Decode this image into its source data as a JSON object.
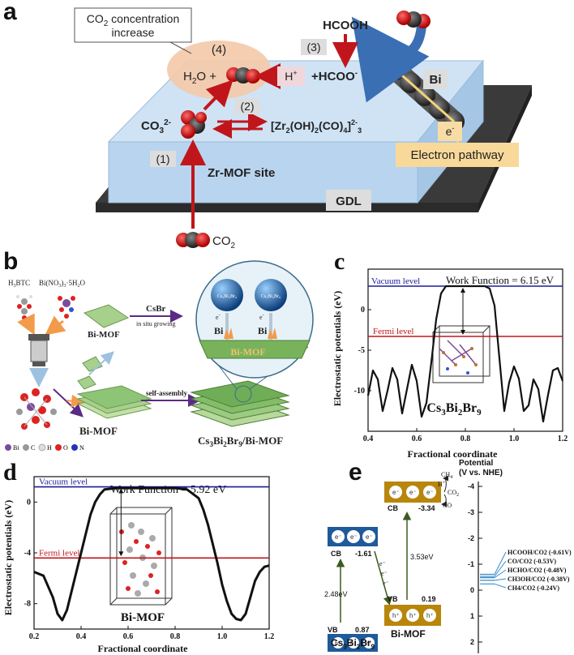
{
  "panel_a": {
    "label": "a",
    "callout": [
      "CO2 concentration",
      "increase"
    ],
    "step4": "(4)",
    "step3": "(3)",
    "step2": "(2)",
    "step1": "(1)",
    "h2o": "H2O +",
    "hplus": "H+",
    "hcoo": "+HCOO-",
    "hcooh": "HCOOH",
    "co3": "CO3 2-",
    "zr_complex": "[Zr2(OH)2(CO)4]2-3",
    "bi": "Bi",
    "eminus": "e-",
    "electron_pathway": "Electron pathway",
    "zr_site": "Zr-MOF site",
    "gdl": "GDL",
    "co2": "CO2"
  },
  "panel_b": {
    "label": "b",
    "h3btc": "H3BTC",
    "bino3": "Bi(NO3)3·5H2O",
    "bimof_top": "Bi-MOF",
    "csbr": "CsBr",
    "insitu": "in situ growing",
    "csbibr": "Cs3Bi2Br9",
    "bi1": "Bi",
    "bi2": "Bi",
    "e1": "e-",
    "e2": "e-",
    "bimof_zoom": "Bi-MOF",
    "bimof_bottom": "Bi-MOF",
    "self_assembly": "self-assembly",
    "composite": "Cs3Bi2Br9/Bi-MOF",
    "legend": [
      "Bi",
      "C",
      "H",
      "O",
      "N"
    ]
  },
  "panel_c": {
    "label": "c",
    "vacuum": "Vacuum level",
    "fermi": "Fermi level",
    "work_function": "Work Function = 6.15 eV",
    "material": "Cs3Bi2Br9",
    "ylabel": "Electrostatic potentials (eV)",
    "xlabel": "Fractional coordinate"
  },
  "panel_d": {
    "label": "d",
    "vacuum": "Vacuum level",
    "fermi": "Fermi level",
    "work_function": "Work Function = 5.92 eV",
    "material": "Bi-MOF",
    "ylabel": "Electrostatic potentials (eV)",
    "xlabel": "Fractional coordinate"
  },
  "panel_e": {
    "label": "e",
    "potential_title": [
      "Potential",
      "(V vs. NHE)"
    ],
    "cb_left": "CB",
    "cb_left_val": "-1.61",
    "vb_left": "VB",
    "vb_left_val": "0.87",
    "gap_left": "2.48eV",
    "cb_right": "CB",
    "cb_right_val": "-3.34",
    "vb_right": "VB",
    "vb_right_val": "0.19",
    "gap_right": "3.53eV",
    "left_material": "Cs3Bi2Br9",
    "right_material": "Bi-MOF",
    "products": [
      "CH4",
      "H+",
      "CO2",
      "CO"
    ],
    "axis_ticks": [
      "-4",
      "-3",
      "-2",
      "-1",
      "0",
      "1",
      "2"
    ],
    "redox": [
      "HCOOH/CO2 (-0.61V)",
      "CO/CO2 (-0.53V)",
      "HCHO/CO2 (-0.48V)",
      "CH3OH/CO2 (-0.38V)",
      "CH4/CO2 (-0.24V)"
    ]
  },
  "chart_data": [
    {
      "type": "line",
      "panel": "c",
      "xlabel": "Fractional coordinate",
      "ylabel": "Electrostatic potentials (eV)",
      "xlim": [
        0.4,
        1.2
      ],
      "ylim": [
        -15,
        5
      ],
      "x_ticks": [
        0.4,
        0.6,
        0.8,
        1.0,
        1.2
      ],
      "y_ticks": [
        -10,
        -5,
        0
      ],
      "x_tick_labels": [
        "0.4",
        "0.6",
        "0.8",
        "1.0",
        "1.2"
      ],
      "y_tick_labels": [
        "-10",
        "-5",
        "0"
      ],
      "vacuum_level": 2.9,
      "fermi_level": -3.3,
      "series": [
        {
          "x": [
            0.4,
            0.42,
            0.44,
            0.46,
            0.48,
            0.5,
            0.52,
            0.54,
            0.56,
            0.58,
            0.6,
            0.62,
            0.64,
            0.66,
            0.68,
            0.7,
            0.72,
            0.74,
            0.76,
            0.78,
            0.8,
            0.82,
            0.84,
            0.86,
            0.88,
            0.9,
            0.92,
            0.94,
            0.96,
            0.98,
            1.0,
            1.02,
            1.04,
            1.06,
            1.08,
            1.1,
            1.12,
            1.14,
            1.16,
            1.18,
            1.2
          ],
          "y": [
            -10.6,
            -7.5,
            -8.6,
            -12.5,
            -10,
            -7.2,
            -8.6,
            -12.8,
            -9.8,
            -6.8,
            -8.8,
            -13.2,
            -11.5,
            -6.5,
            -1.2,
            2.0,
            2.9,
            2.9,
            2.9,
            2.9,
            2.9,
            2.9,
            2.9,
            2.9,
            2.9,
            2.6,
            0.5,
            -6.0,
            -12.5,
            -9.0,
            -7.0,
            -8.5,
            -12.5,
            -11.8,
            -8.6,
            -9.8,
            -13.8,
            -10.5,
            -7.5,
            -7.2,
            -8.8
          ]
        }
      ]
    },
    {
      "type": "line",
      "panel": "d",
      "xlabel": "Fractional coordinate",
      "ylabel": "Electrostatic potentials (eV)",
      "xlim": [
        0.2,
        1.2
      ],
      "ylim": [
        -10,
        2
      ],
      "x_ticks": [
        0.2,
        0.4,
        0.6,
        0.8,
        1.0,
        1.2
      ],
      "y_ticks": [
        -8,
        -4,
        0
      ],
      "x_tick_labels": [
        "0.2",
        "0.4",
        "0.6",
        "0.8",
        "1.0",
        "1.2"
      ],
      "y_tick_labels": [
        "-8",
        "-4",
        "0"
      ],
      "vacuum_level": 1.2,
      "fermi_level": -4.4,
      "series": [
        {
          "x": [
            0.2,
            0.24,
            0.28,
            0.3,
            0.32,
            0.34,
            0.36,
            0.38,
            0.4,
            0.42,
            0.44,
            0.46,
            0.48,
            0.5,
            0.55,
            0.6,
            0.65,
            0.7,
            0.75,
            0.8,
            0.85,
            0.9,
            0.92,
            0.94,
            0.96,
            0.98,
            1.0,
            1.02,
            1.04,
            1.06,
            1.08,
            1.1,
            1.12,
            1.14,
            1.16,
            1.18,
            1.2
          ],
          "y": [
            -5.5,
            -5.8,
            -7.5,
            -8.8,
            -9.3,
            -8.5,
            -7.0,
            -5.5,
            -4.0,
            -2.5,
            -1.0,
            0.0,
            0.6,
            1.0,
            1.1,
            1.1,
            1.1,
            1.1,
            1.1,
            1.1,
            1.0,
            0.3,
            -0.6,
            -1.8,
            -3.3,
            -4.8,
            -6.5,
            -7.8,
            -8.8,
            -9.2,
            -9.3,
            -8.8,
            -7.5,
            -6.2,
            -5.5,
            -5.1,
            -5.0
          ]
        }
      ]
    }
  ]
}
